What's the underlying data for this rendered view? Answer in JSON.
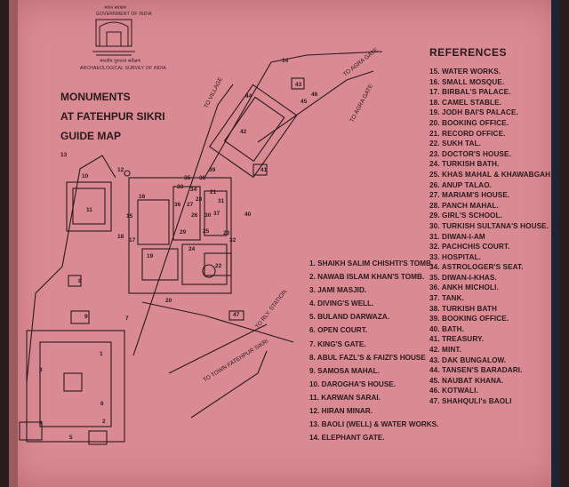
{
  "header": {
    "hindi_govt": "भारत सरकार",
    "govt": "GOVERNMENT OF INDIA",
    "hindi_asi": "भारतीय पुरातत्व सर्वेक्षण",
    "asi": "ARCHAEOLOGICAL SURVEY OF INDIA"
  },
  "title": {
    "line1": "MONUMENTS",
    "line2": "AT FATEHPUR SIKRI",
    "line3": "GUIDE MAP"
  },
  "map_labels": {
    "to_village": "TO VILLAGE",
    "to_agra_gate_top": "TO AGRA GATE",
    "to_agra_gate": "TO AGRA GATE",
    "to_rly_station": "TO RLY. STATION.",
    "to_town": "TO TOWN FATEHPUR SIKRI"
  },
  "references": {
    "heading": "REFERENCES",
    "items": [
      "15. WATER WORKS.",
      "16. SMALL MOSQUE.",
      "17. BIRBAL'S PALACE.",
      "18. CAMEL STABLE.",
      "19. JODH BAI'S PALACE.",
      "20. BOOKING OFFICE.",
      "21. RECORD OFFICE.",
      "22. SUKH TAL.",
      "23. DOCTOR'S HOUSE.",
      "24. TURKISH BATH.",
      "25. KHAS MAHAL & KHAWABGAH",
      "26. ANUP TALAO.",
      "27. MARIAM'S HOUSE.",
      "28. PANCH MAHAL.",
      "29. GIRL'S SCHOOL.",
      "30. TURKISH SULTANA'S HOUSE.",
      "31. DIWAN-I-AM",
      "32. PACHCHIS COURT.",
      "33. HOSPITAL.",
      "34. ASTROLOGER'S SEAT.",
      "35. DIWAN-I-KHAS.",
      "36. ANKH MICHOLI.",
      "37. TANK.",
      "38. TURKISH BATH",
      "39. BOOKING OFFICE.",
      "40. BATH.",
      "41. TREASURY.",
      "42. MINT.",
      "43. DAK BUNGALOW.",
      "44. TANSEN'S BARADARI.",
      "45. NAUBAT KHANA.",
      "46. KOTWALI.",
      "47. SHAHQULI's BAOLI"
    ]
  },
  "legend": {
    "items": [
      "1. SHAIKH SALIM CHISHTI'S TOMB.",
      "2. NAWAB ISLAM KHAN'S TOMB.",
      "3. JAMI MASJID.",
      "4. DIVING'S WELL.",
      "5. BULAND DARWAZA.",
      "6. OPEN COURT.",
      "7. KING'S GATE.",
      "8. ABUL FAZL'S & FAIZI'S HOUSE",
      "9. SAMOSA MAHAL.",
      "10. DAROGHA'S HOUSE.",
      "11. KARWAN SARAI.",
      "12. HIRAN MINAR.",
      "13. BAOLI (WELL) & WATER WORKS.",
      "14. ELEPHANT GATE."
    ]
  },
  "numbers": {
    "n1": "1",
    "n2": "2",
    "n3": "3",
    "n4": "4",
    "n5": "5",
    "n6": "6",
    "n7": "7",
    "n8": "8",
    "n9": "9",
    "n10": "10",
    "n11": "11",
    "n12": "12",
    "n13": "13",
    "n14": "14",
    "n15": "15",
    "n16": "16",
    "n17": "17",
    "n18": "18",
    "n19": "19",
    "n20": "20",
    "n21": "21",
    "n22": "22",
    "n23": "23",
    "n24": "24",
    "n25": "25",
    "n26": "26",
    "n27": "27",
    "n28": "28",
    "n29": "29",
    "n30": "30",
    "n31": "31",
    "n32": "32",
    "n33": "33",
    "n34": "34",
    "n35": "35",
    "n36": "36",
    "n37": "37",
    "n38": "38",
    "n39": "39",
    "n40": "40",
    "n41": "41",
    "n42": "42",
    "n43": "43",
    "n44": "44",
    "n45": "45",
    "n46": "46",
    "n47": "47"
  },
  "colors": {
    "board": "#d98a93",
    "ink": "#2b1a1c"
  }
}
